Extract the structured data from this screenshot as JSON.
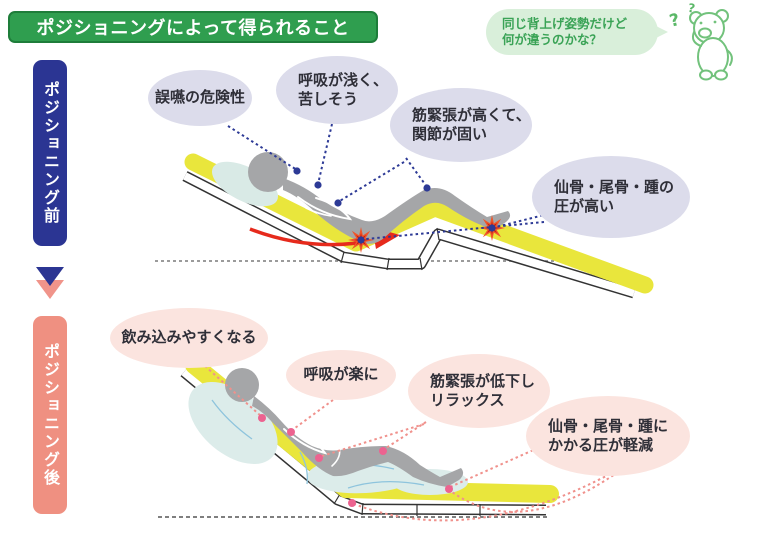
{
  "title": "ポジショニングによって得られること",
  "speech": {
    "line1": "同じ背上げ姿勢だけど",
    "line2": "何が違うのかな？",
    "q1": "?",
    "q2": "?"
  },
  "before": {
    "label": "ポジショニング前",
    "callouts": [
      {
        "id": "aspiration-risk",
        "line1": "誤嚥の危険性",
        "line2": ""
      },
      {
        "id": "shallow-breathing",
        "line1": "呼吸が浅く、",
        "line2": "苦しそう"
      },
      {
        "id": "high-muscle-tension",
        "line1": "筋緊張が高くて、",
        "line2": "関節が固い"
      },
      {
        "id": "high-pressure",
        "line1": "仙骨・尾骨・踵の",
        "line2": "圧が高い"
      }
    ]
  },
  "after": {
    "label": "ポジショニング後",
    "callouts": [
      {
        "id": "easier-swallowing",
        "line1": "飲み込みやすくなる",
        "line2": ""
      },
      {
        "id": "easier-breathing",
        "line1": "呼吸が楽に",
        "line2": ""
      },
      {
        "id": "relaxed-muscles",
        "line1": "筋緊張が低下し",
        "line2": "リラックス"
      },
      {
        "id": "reduced-pressure",
        "line1": "仙骨・尾骨・踵に",
        "line2": "かかる圧が軽減"
      }
    ]
  },
  "icons": {
    "mascot": "bear-mascot-icon",
    "transition": "down-arrow-icon",
    "pressure_marker": "starburst-icon",
    "slide_marker": "slide-arrow-icon"
  },
  "colors": {
    "title_bg": "#2f9e4f",
    "speech_bg": "#d9efda",
    "speech_text": "#3aa356",
    "before_accent": "#2b3593",
    "after_accent": "#ef9081",
    "callout_before_bg": "#dcdceb",
    "callout_after_bg": "#fbe4df",
    "leader_before": "#2d3a96",
    "leader_after": "#f0918c",
    "dot_after": "#ec6390",
    "mattress": "#e9e63c",
    "body": "#a5a6a8",
    "cushion": "#dcecea",
    "alert_red": "#e62a1c"
  }
}
